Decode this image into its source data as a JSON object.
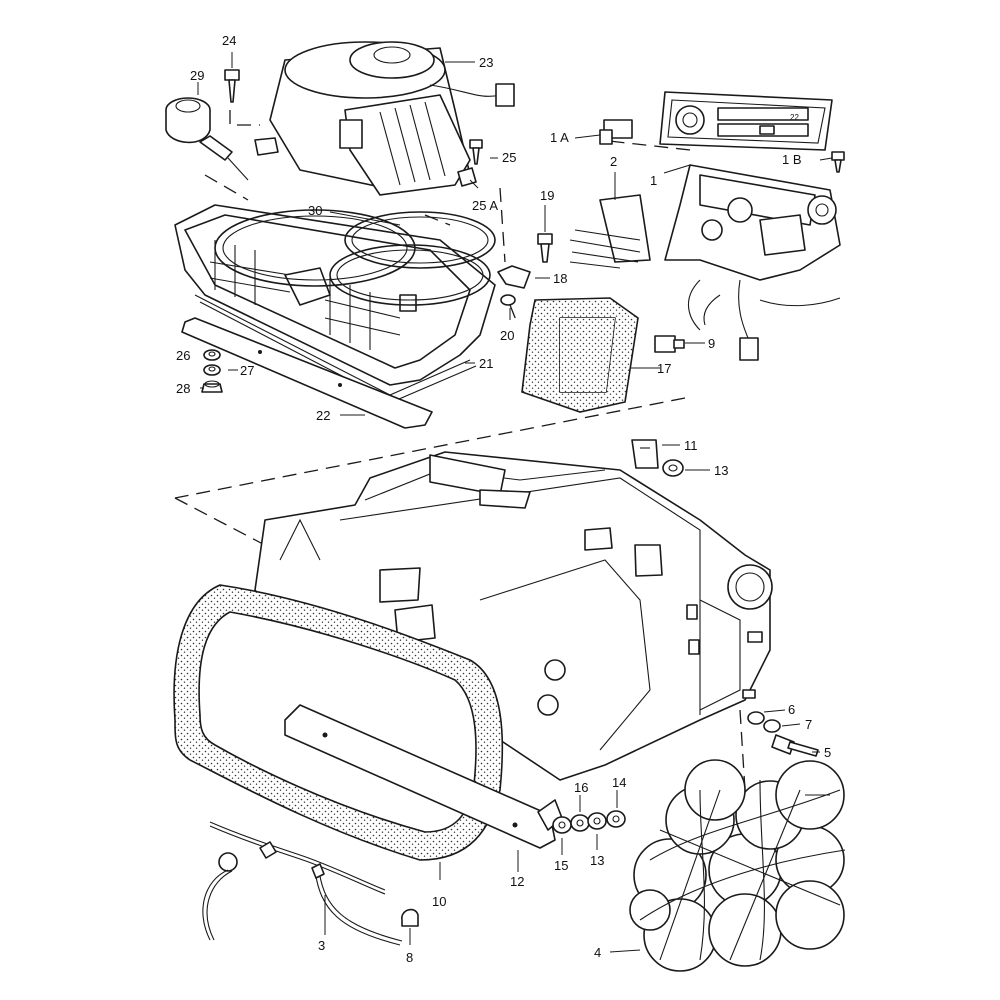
{
  "callouts": {
    "c1": "1",
    "c1a": "1 A",
    "c1b": "1 B",
    "c2": "2",
    "c3": "3",
    "c4": "4",
    "c5": "5",
    "c6": "6",
    "c7": "7",
    "c8": "8",
    "c9": "9",
    "c10": "10",
    "c11": "11",
    "c12": "12",
    "c13a": "13",
    "c13b": "13",
    "c14": "14",
    "c15": "15",
    "c16": "16",
    "c17": "17",
    "c18": "18",
    "c19": "19",
    "c20": "20",
    "c21": "21",
    "c22": "22",
    "c23": "23",
    "c24": "24",
    "c25": "25",
    "c25a": "25 A",
    "c26": "26",
    "c27": "27",
    "c28": "28",
    "c29": "29",
    "c30": "30"
  },
  "control_panel": {
    "temp_mark": "22"
  }
}
